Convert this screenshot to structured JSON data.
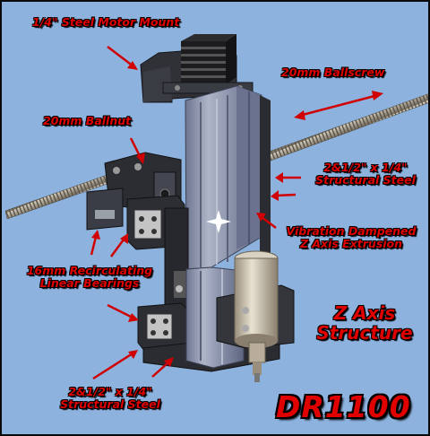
{
  "labels": {
    "motor_mount": "1/4\" Steel Motor Mount",
    "ballscrew": "20mm Ballscrew",
    "ballnut": "20mm Ballnut",
    "steel_upper_1": "2&1/2\" x 1/4\"",
    "steel_upper_2": "Structural Steel",
    "vibration_1": "Vibration Dampened",
    "vibration_2": "Z Axis Extrusion",
    "bearings_1": "16mm Recirculating",
    "bearings_2": "Linear Bearings",
    "z_axis_1": "Z Axis",
    "z_axis_2": "Structure",
    "steel_lower_1": "2&1/2\" x 1/4\"",
    "steel_lower_2": "Structural Steel",
    "brand": "DR1100"
  },
  "colors": {
    "background": "#8db2de",
    "label": "#e00000",
    "arrow": "#d00000",
    "steel": "#2b2d33",
    "extrusion": "#8e96ad"
  }
}
